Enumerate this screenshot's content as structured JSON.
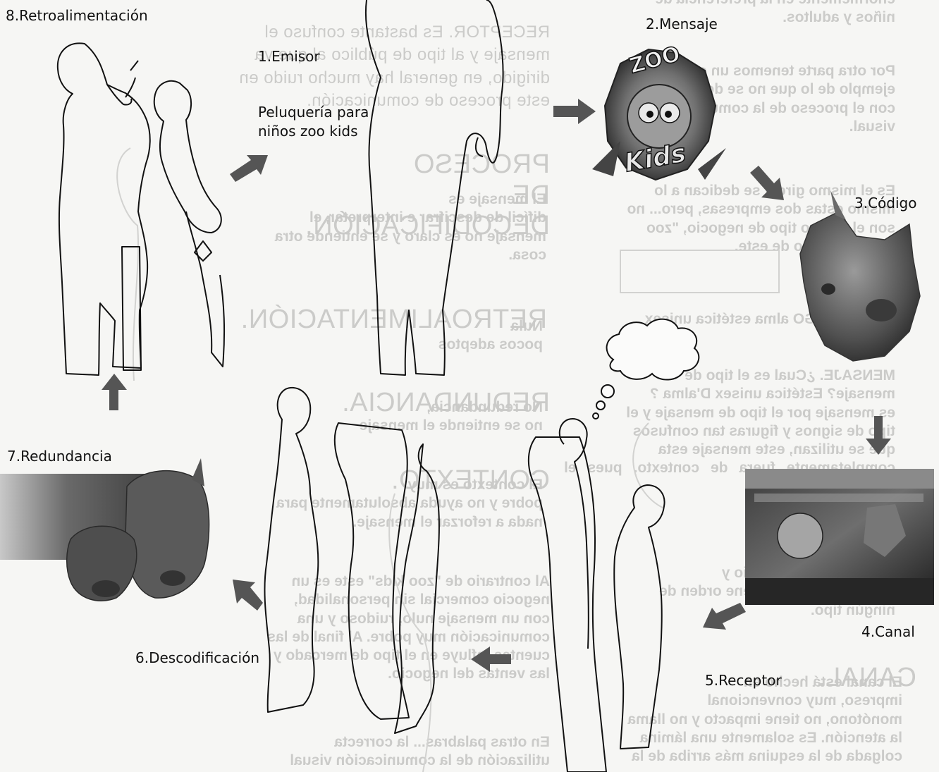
{
  "labels": {
    "retroalimentacion": "8.Retroalimentación",
    "emisor": "1.Emisor",
    "emisor_subtitle": "Peluquería para\nniños zoo kids",
    "mensaje": "2.Mensaje",
    "codigo": "3.Código",
    "canal": "4.Canal",
    "receptor": "5.Receptor",
    "descodificacion": "6.Descodificación",
    "redundancia": "7.Redundancia"
  },
  "logo": {
    "top_text": "ZOO",
    "bottom_text": "Kids"
  },
  "ghost_text": {
    "g1": "enormemente en la preferencia de\nniños y adultos.",
    "g2": "RECEPTOR. Es bastante confuso el\nmensaje y al tipo de público al que va\ndirigido, en general hay mucho ruido en\neste proceso de comunicación.",
    "g3": "Por otra parte tenemos un claro\nejemplo de lo que no se debe hacer\ncon el proceso de la comunicación\nvisual.",
    "g4": "PROCESO DE\nDECODIFICACIÓN.",
    "g5": "El mensaje es\ndifícil de descifrar e interpretar, el\nmensaje no es claro y se entiende otra\ncosa.",
    "g6": "Es el mismo giro y se dedican a lo\nmismo estas dos empresas, pero... no\nson el mismo tipo de negocio, \"zoo\nkids\" y mucho de este.",
    "g7": "CÓDIGO alma estética unisex",
    "g8": "RETROALIMENTACIÓN.",
    "g9": "Nula\npocos adeptos",
    "g10": "MENSAJE. ¿Cual es el tipo de\nmensaje? Estética unisex D'alma ?\nes mensaje por el tipo de mensaje y el\ntipo de signos y figuras tan confusos\nque se utilizan, este mensaje esta\ncompletamente fuera de contexto, pues el mensaje\ntiene mucho ruido.",
    "g11": "REDUNDANCIA.",
    "g12": "No redundancia,\nno se entiende el mensaje",
    "g13": "CONTEXTO.",
    "g14": "El contexto es muy\npobre y no ayuda absolutamente para\nnada a reforzar el mensaje.",
    "g15": "Es un diseño arbitrario y\ndesorganizado, no tiene orden de\nningún tipo.",
    "g16": "Al contrario de \"zoo kids\" este es un\nnegocio comercial sin personalidad,\ncon un mensaje nulo, ruidoso y una\ncomunicación muy pobre. Al final de las\ncuentas influye en el tipo de mercado y\nlas ventas del negocio.",
    "g17": "CANAL.",
    "g18": "El canal está hecho en\nimpreso, muy convencional\nmonótono, no tiene impacto y no llama\nla atención. Es solamente una lámina\ncolgada de la esquina más arriba de la",
    "g19": "En otras palabras... la correcta\nutilización de la comunicación visual"
  },
  "colors": {
    "arrow": "#555555",
    "outline": "#111111",
    "ghost": "#c9c9c7"
  }
}
